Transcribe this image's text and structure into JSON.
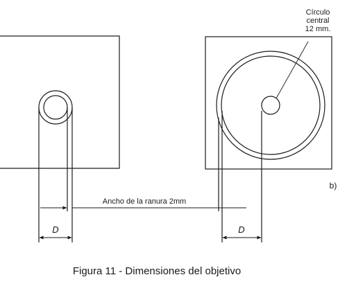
{
  "labels": {
    "circle_line1": "Círculo",
    "circle_line2": "central",
    "circle_line3": "12 mm.",
    "slot_width": "Ancho de la ranura 2mm",
    "dim_left": "D",
    "dim_right": "D",
    "panel_b": "b)",
    "caption": "Figura 11  - Dimensiones del objetivo"
  }
}
